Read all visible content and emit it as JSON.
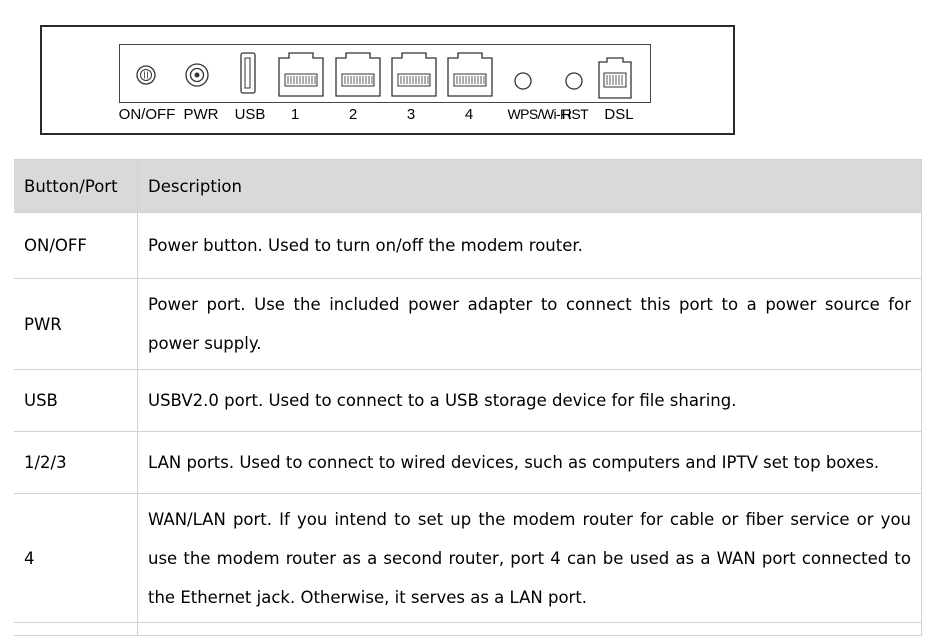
{
  "panel": {
    "labels": {
      "onoff": "ON/OFF",
      "pwr": "PWR",
      "usb": "USB",
      "lan1": "1",
      "lan2": "2",
      "lan3": "3",
      "lan4": "4",
      "wps": "WPS/Wi-Fi",
      "rst": "RST",
      "dsl": "DSL"
    }
  },
  "table": {
    "headers": [
      "Button/Port",
      "Description"
    ],
    "rows": [
      {
        "port": "ON/OFF",
        "desc": "Power button. Used to turn on/off the modem router."
      },
      {
        "port": "PWR",
        "desc": "Power port. Use the included power adapter to connect this port to a power source for power supply."
      },
      {
        "port": "USB",
        "desc": "USBV2.0 port. Used to connect to a USB storage device for file sharing."
      },
      {
        "port": "1/2/3",
        "desc": "LAN ports. Used to connect to wired devices, such as computers and IPTV set top boxes."
      },
      {
        "port": "4",
        "desc": "WAN/LAN port. If you intend to set up the modem router for cable or fiber service or you use the modem router as a second router, port 4 can be used as a WAN port connected to the Ethernet jack. Otherwise, it serves as a LAN port."
      }
    ]
  }
}
